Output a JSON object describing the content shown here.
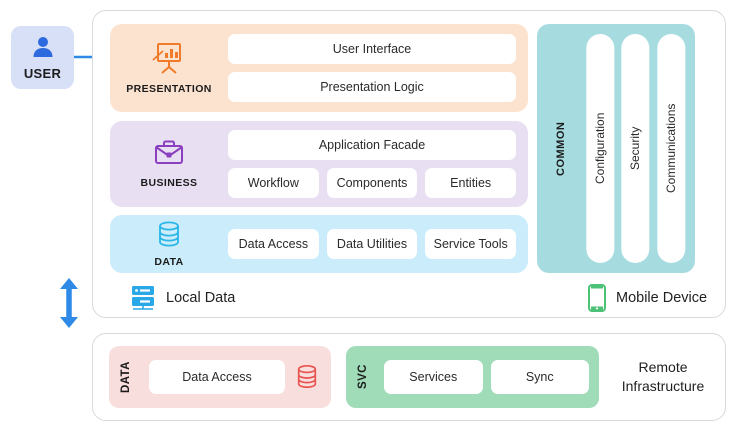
{
  "actor": {
    "label": "USER",
    "icon": "user-icon",
    "box_color": "#d7e0f7",
    "icon_color": "#2d6ade"
  },
  "arrows": {
    "user_to_app": "arrow-right-icon",
    "sync_bidirectional": "arrow-up-down-icon",
    "color": "#2e8ae6"
  },
  "local_device": {
    "layers": [
      {
        "name": "PRESENTATION",
        "icon": "presentation-chart-icon",
        "color": "#fce3d0",
        "icon_color": "#f07c2b",
        "rows": [
          [
            "User Interface"
          ],
          [
            "Presentation Logic"
          ]
        ]
      },
      {
        "name": "BUSINESS",
        "icon": "briefcase-icon",
        "color": "#e8dff2",
        "icon_color": "#8a3fc0",
        "rows": [
          [
            "Application Facade"
          ],
          [
            "Workflow",
            "Components",
            "Entities"
          ]
        ]
      },
      {
        "name": "DATA",
        "icon": "database-icon",
        "color": "#cbecfa",
        "icon_color": "#29b6e8",
        "rows": [
          [
            "Data Access",
            "Data Utilities",
            "Service Tools"
          ]
        ]
      }
    ],
    "common": {
      "title": "COMMON",
      "color": "#a6dce0",
      "items": [
        "Configuration",
        "Security",
        "Communications"
      ]
    },
    "footer": [
      {
        "label": "Local Data",
        "icon": "server-icon",
        "icon_color": "#29a8e8"
      },
      {
        "label": "Mobile Device",
        "icon": "mobile-phone-icon",
        "icon_color": "#4cc276"
      }
    ]
  },
  "remote_infrastructure": {
    "title": "Remote Infrastructure",
    "data_block": {
      "label": "DATA",
      "color": "#f8dedd",
      "items": [
        "Data Access"
      ],
      "icon": "database-icon",
      "icon_color": "#e8534f"
    },
    "service_block": {
      "label": "SVC",
      "color": "#9fdcb7",
      "items": [
        "Services",
        "Sync"
      ]
    }
  }
}
